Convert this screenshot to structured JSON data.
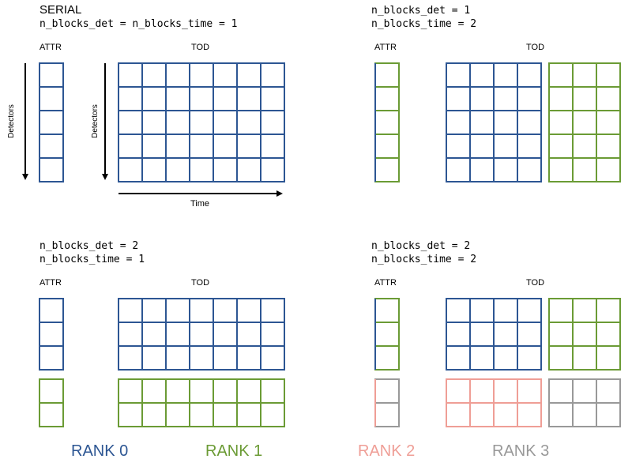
{
  "colors": {
    "rank0": "#2d5693",
    "rank1": "#6b9b35",
    "rank2": "#ef9e96",
    "rank3": "#999999"
  },
  "labels": {
    "attr": "ATTR",
    "tod": "TOD",
    "detectors": "Detectors",
    "time": "Time"
  },
  "panels": {
    "serial": {
      "title": "SERIAL",
      "config": "n_blocks_det = n_blocks_time = 1"
    },
    "p2": {
      "line1": "n_blocks_det = 1",
      "line2": "n_blocks_time = 2"
    },
    "p3": {
      "line1": "n_blocks_det = 2",
      "line2": "n_blocks_time = 1"
    },
    "p4": {
      "line1": "n_blocks_det = 2",
      "line2": "n_blocks_time = 2"
    }
  },
  "legend": [
    {
      "label": "RANK 0",
      "color": "#2d5693"
    },
    {
      "label": "RANK 1",
      "color": "#6b9b35"
    },
    {
      "label": "RANK 2",
      "color": "#ef9e96"
    },
    {
      "label": "RANK 3",
      "color": "#999999"
    }
  ]
}
